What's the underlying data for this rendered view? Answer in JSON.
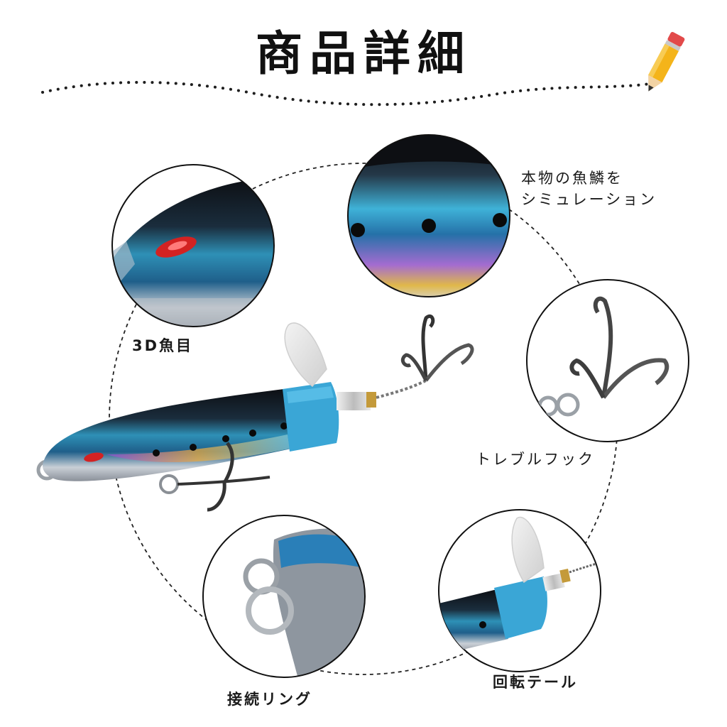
{
  "title": "商品詳細",
  "icons": {
    "decoration": "pencil-icon"
  },
  "colors": {
    "accent_blue": "#3aa6d6",
    "lure_black": "#15181d",
    "eye_red": "#d32222",
    "line": "#222222"
  },
  "callouts": {
    "eye": "3D魚目",
    "scales_line1": "本物の魚鱗を",
    "scales_line2": "シミュレーション",
    "hook": "トレブルフック",
    "ring": "接続リング",
    "tail": "回転テール"
  }
}
